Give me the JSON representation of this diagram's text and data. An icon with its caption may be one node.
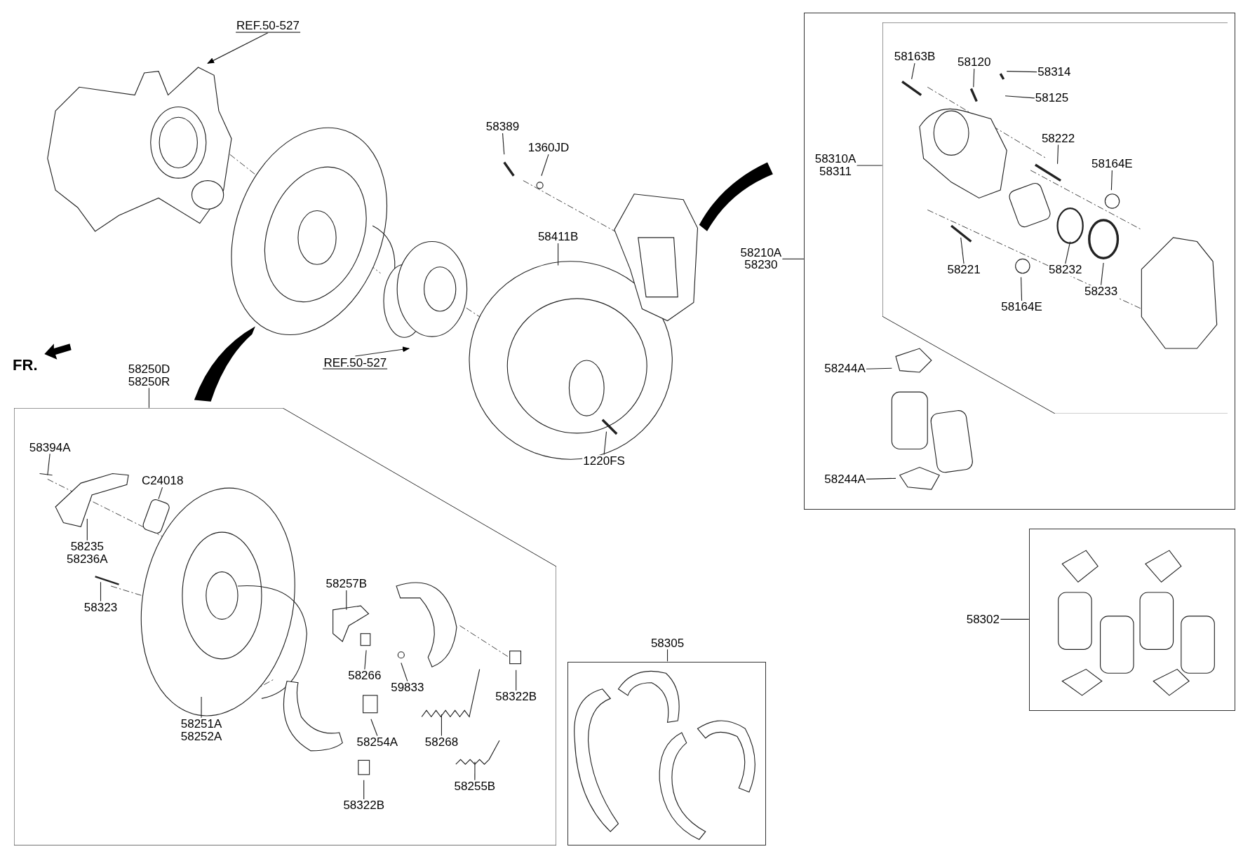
{
  "diagram": {
    "nodes": [
      {
        "text": [
          "REF.50-527"
        ]
      },
      {
        "text": [
          "58389"
        ]
      },
      {
        "text": [
          "1360JD"
        ]
      },
      {
        "text": [
          "58411B"
        ]
      },
      {
        "text": [
          "REF.50-527"
        ]
      },
      {
        "text": [
          "1220FS"
        ]
      },
      {
        "text": [
          "58250D",
          "58250R"
        ]
      },
      {
        "text": [],
        "shape": "box"
      },
      {
        "text": [
          "58394A"
        ],
        "in": 7
      },
      {
        "text": [
          "C24018"
        ],
        "in": 7
      },
      {
        "text": [
          "58235",
          "58236A"
        ],
        "in": 7
      },
      {
        "text": [
          "58323"
        ],
        "in": 7
      },
      {
        "text": [
          "58257B"
        ],
        "in": 7
      },
      {
        "text": [
          "58266"
        ],
        "in": 7
      },
      {
        "text": [
          "59833"
        ],
        "in": 7
      },
      {
        "text": [
          "58322B"
        ],
        "in": 7
      },
      {
        "text": [
          "58251A",
          "58252A"
        ],
        "in": 7
      },
      {
        "text": [
          "58254A"
        ],
        "in": 7
      },
      {
        "text": [
          "58268"
        ],
        "in": 7
      },
      {
        "text": [
          "58255B"
        ],
        "in": 7
      },
      {
        "text": [
          "58322B"
        ],
        "in": 7
      },
      {
        "text": [
          "58305"
        ]
      },
      {
        "text": [],
        "shape": "box"
      },
      {
        "text": [
          "58210A",
          "58230"
        ]
      },
      {
        "text": [],
        "shape": "box"
      },
      {
        "text": [
          "58310A",
          "58311"
        ],
        "in": 24
      },
      {
        "text": [],
        "shape": "box",
        "in": 24
      },
      {
        "text": [
          "58163B"
        ],
        "in": 26
      },
      {
        "text": [
          "58120"
        ],
        "in": 26
      },
      {
        "text": [
          "58314"
        ],
        "in": 26
      },
      {
        "text": [
          "58125"
        ],
        "in": 26
      },
      {
        "text": [
          "58222"
        ],
        "in": 26
      },
      {
        "text": [
          "58164E"
        ],
        "in": 26
      },
      {
        "text": [
          "58221"
        ],
        "in": 26
      },
      {
        "text": [
          "58232"
        ],
        "in": 26
      },
      {
        "text": [
          "58164E"
        ],
        "in": 26
      },
      {
        "text": [
          "58233"
        ],
        "in": 26
      },
      {
        "text": [
          "58244A"
        ],
        "in": 24
      },
      {
        "text": [
          "58244A"
        ],
        "in": 24
      },
      {
        "text": [
          "58302"
        ]
      },
      {
        "text": [],
        "shape": "box"
      }
    ],
    "edges": [
      {
        "from": 0,
        "to": null,
        "arrow": "to"
      },
      {
        "from": 1,
        "to": null,
        "arrow": "none"
      },
      {
        "from": 2,
        "to": null,
        "arrow": "none"
      },
      {
        "from": 3,
        "to": null,
        "arrow": "none"
      },
      {
        "from": 4,
        "to": null,
        "arrow": "to"
      },
      {
        "from": 5,
        "to": null,
        "arrow": "none"
      },
      {
        "from": 6,
        "to": 7,
        "arrow": "none"
      },
      {
        "from": 8,
        "to": null,
        "arrow": "none"
      },
      {
        "from": 9,
        "to": null,
        "arrow": "none"
      },
      {
        "from": 10,
        "to": null,
        "arrow": "none"
      },
      {
        "from": 11,
        "to": null,
        "arrow": "none"
      },
      {
        "from": 12,
        "to": null,
        "arrow": "none"
      },
      {
        "from": 13,
        "to": null,
        "arrow": "none"
      },
      {
        "from": 14,
        "to": null,
        "arrow": "none"
      },
      {
        "from": 15,
        "to": null,
        "arrow": "none"
      },
      {
        "from": 16,
        "to": null,
        "arrow": "none"
      },
      {
        "from": 17,
        "to": null,
        "arrow": "none"
      },
      {
        "from": 18,
        "to": null,
        "arrow": "none"
      },
      {
        "from": 19,
        "to": null,
        "arrow": "none"
      },
      {
        "from": 20,
        "to": null,
        "arrow": "none"
      },
      {
        "from": 21,
        "to": 22,
        "arrow": "none"
      },
      {
        "from": 23,
        "to": 24,
        "arrow": "none"
      },
      {
        "from": 25,
        "to": 26,
        "arrow": "none"
      },
      {
        "from": 27,
        "to": null,
        "arrow": "none"
      },
      {
        "from": 28,
        "to": null,
        "arrow": "none"
      },
      {
        "from": 29,
        "to": null,
        "arrow": "none"
      },
      {
        "from": 30,
        "to": null,
        "arrow": "none"
      },
      {
        "from": 31,
        "to": null,
        "arrow": "none"
      },
      {
        "from": 32,
        "to": null,
        "arrow": "none"
      },
      {
        "from": 33,
        "to": null,
        "arrow": "none"
      },
      {
        "from": 34,
        "to": null,
        "arrow": "none"
      },
      {
        "from": 35,
        "to": null,
        "arrow": "none"
      },
      {
        "from": 36,
        "to": null,
        "arrow": "none"
      },
      {
        "from": 37,
        "to": null,
        "arrow": "none"
      },
      {
        "from": 38,
        "to": null,
        "arrow": "none"
      },
      {
        "from": 39,
        "to": 40,
        "arrow": "none"
      }
    ],
    "labels": [
      "FR."
    ]
  }
}
